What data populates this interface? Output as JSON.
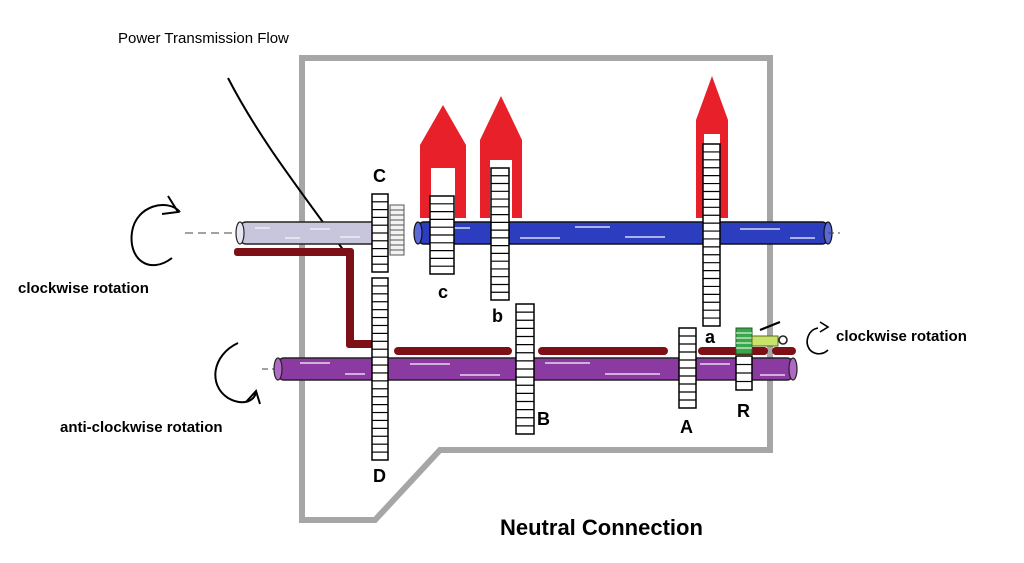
{
  "title": "Power Transmission Flow",
  "caption": "Neutral Connection",
  "rotation_labels": {
    "input": "clockwise rotation",
    "countershaft": "anti-clockwise rotation",
    "reverse": "clockwise rotation"
  },
  "gear_labels": {
    "C": "C",
    "c": "c",
    "b": "b",
    "a": "a",
    "D": "D",
    "B": "B",
    "A": "A",
    "R": "R"
  },
  "colors": {
    "housing": "#a6a6a6",
    "main_shaft": "#2d3dbf",
    "input_shaft": "#c8c6dc",
    "countershaft": "#8a3aa0",
    "power_flow": "#7d0f17",
    "shift_fork": "#e8202a",
    "reverse_idler": "#3aa84a",
    "reverse_idler_light": "#c9e26a"
  }
}
